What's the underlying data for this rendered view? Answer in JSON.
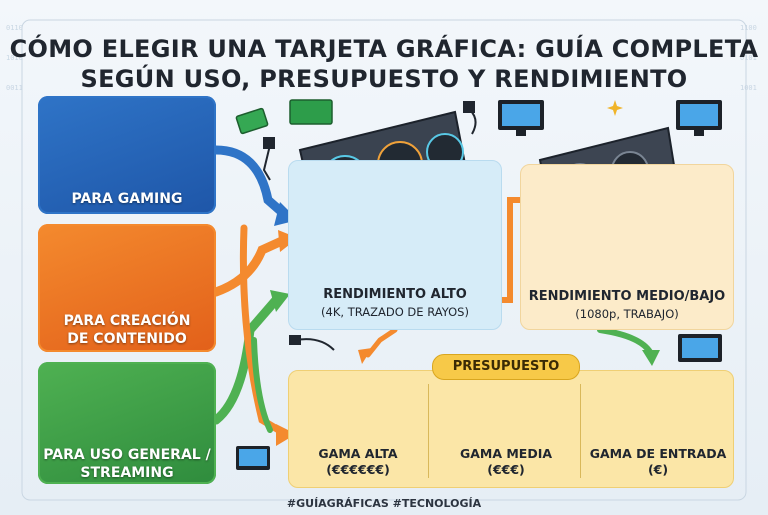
{
  "title": {
    "line1": "CÓMO ELEGIR UNA TARJETA GRÁFICA: GUÍA COMPLETA",
    "line2": "SEGÚN USO, PRESUPUESTO Y RENDIMIENTO"
  },
  "uses": [
    {
      "label": "PARA GAMING",
      "color": "#2f74c7"
    },
    {
      "label_line1": "PARA CREACIÓN",
      "label_line2": "DE CONTENIDO",
      "color": "#f48a2e"
    },
    {
      "label_line1": "PARA USO GENERAL /",
      "label_line2": "STREAMING",
      "color": "#4fb152"
    }
  ],
  "performance": {
    "high": {
      "title": "RENDIMIENTO ALTO",
      "subtitle": "(4K, TRAZADO DE RAYOS)"
    },
    "mid": {
      "title": "RENDIMIENTO MEDIO/BAJO",
      "subtitle": "(1080p, TRABAJO)"
    }
  },
  "budget": {
    "heading": "PRESUPUESTO",
    "tiers": [
      {
        "line1": "GAMA ALTA",
        "line2": "(€€€€€€)"
      },
      {
        "line1": "GAMA MEDIA",
        "line2": "(€€€)"
      },
      {
        "line1": "GAMA DE ENTRADA",
        "line2": "(€)"
      }
    ]
  },
  "hashtags": "#GUÍAGRÁFICAS #TECNOLOGÍA",
  "icons": [
    "gamepad-icon",
    "headset-icon",
    "player-figure-icon",
    "video-editor-icon",
    "camera-icon",
    "pen-icon",
    "browser-window-icon",
    "microphone-icon",
    "gpu-card-icon",
    "monitor-icon",
    "cable-icon",
    "money-stack-icon",
    "coin-stack-icon"
  ]
}
